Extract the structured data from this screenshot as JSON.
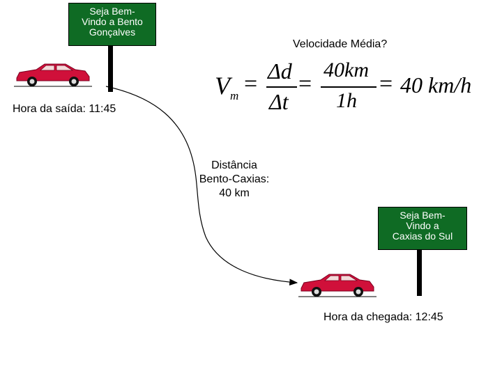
{
  "signs": {
    "start": {
      "lines": [
        "Seja Bem-",
        "Vindo a Bento",
        "Gonçalves"
      ]
    },
    "end": {
      "lines": [
        "Seja Bem-",
        "Vindo a",
        "Caxias do Sul"
      ]
    }
  },
  "question": "Velocidade Média?",
  "departure": "Hora da saída: 11:45",
  "distance": {
    "lines": [
      "Distância",
      "Bento-Caxias:",
      "40 km"
    ]
  },
  "arrival": "Hora da chegada: 12:45",
  "formula": {
    "V": "V",
    "sub_m": "m",
    "eq1": "=",
    "delta_d": "Δd",
    "delta_t": "Δt",
    "eq2": "=",
    "num": "40km",
    "den": "1h",
    "eq3": "=",
    "result": "40 km/h"
  },
  "colors": {
    "sign_green": "#0f6b24",
    "car_red": "#d0103a"
  }
}
